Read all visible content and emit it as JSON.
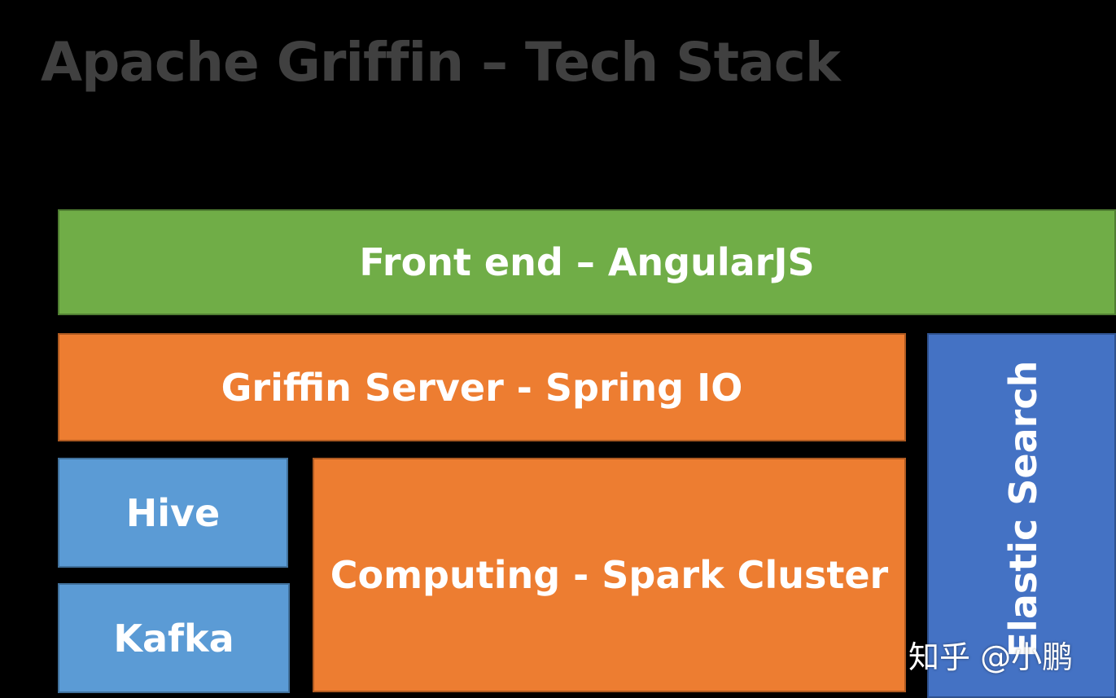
{
  "title": "Apache Griffin – Tech Stack",
  "blocks": {
    "frontend": "Front end – AngularJS",
    "server": "Griffin Server - Spring IO",
    "hive": "Hive",
    "kafka": "Kafka",
    "computing": "Computing - Spark Cluster",
    "elastic": "Elastic Search"
  },
  "watermark": "知乎 @小鹏",
  "colors": {
    "background": "#000000",
    "title": "#404040",
    "green": "#70ad47",
    "orange": "#ed7d31",
    "light_blue": "#5b9bd5",
    "blue": "#4472c4",
    "text": "#ffffff"
  }
}
